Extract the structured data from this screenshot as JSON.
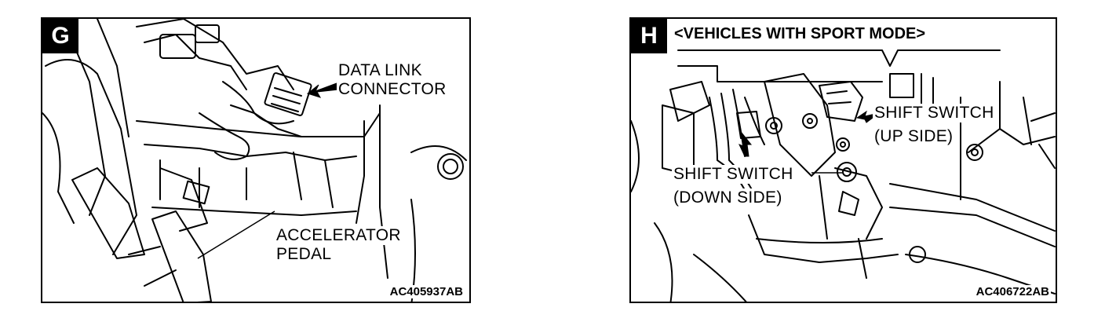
{
  "panels": [
    {
      "badge": "G",
      "labels": {
        "data_link_line1": "DATA LINK",
        "data_link_line2": "CONNECTOR",
        "accel_line1": "ACCELERATOR",
        "accel_line2": "PEDAL"
      },
      "code": "AC405937AB"
    },
    {
      "badge": "H",
      "title": "<VEHICLES WITH SPORT MODE>",
      "labels": {
        "up_line1": "SHIFT SWITCH",
        "up_line2": "(UP SIDE)",
        "down_line1": "SHIFT SWITCH",
        "down_line2": "(DOWN SIDE)"
      },
      "code": "AC406722AB"
    }
  ]
}
